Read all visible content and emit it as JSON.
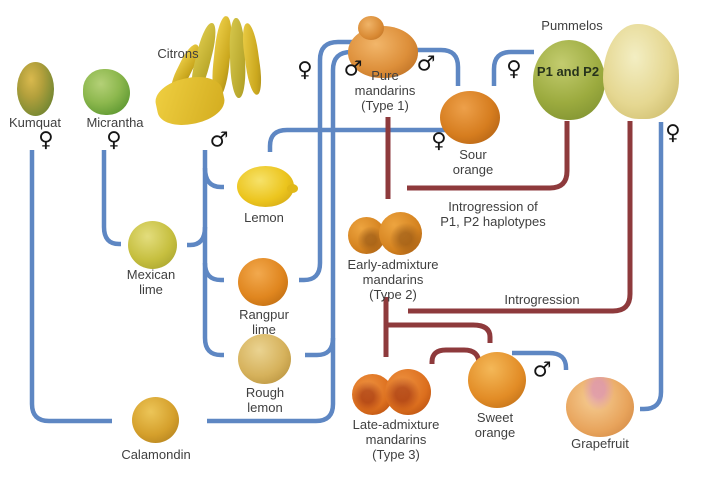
{
  "figure": {
    "kind": "citrus-genealogy-diagram"
  },
  "glyphs": {
    "female": "♀",
    "male": "♂"
  },
  "colors": {
    "lineage_arrow": "#5e87c3",
    "introgression_arrow": "#8e3a3c"
  },
  "nodes": {
    "kumquat": {
      "label": "Kumquat"
    },
    "micrantha": {
      "label": "Micrantha"
    },
    "citrons": {
      "label": "Citrons"
    },
    "pure_mandarins": {
      "line1": "Pure",
      "line2": "mandarins",
      "line3": "(Type 1)"
    },
    "sour_orange": {
      "line1": "Sour",
      "line2": "orange"
    },
    "pummelos": {
      "label": "Pummelos",
      "overlay": "P1 and P2"
    },
    "lemon": {
      "label": "Lemon"
    },
    "mexican_lime": {
      "line1": "Mexican",
      "line2": "lime"
    },
    "rangpur_lime": {
      "line1": "Rangpur",
      "line2": "lime"
    },
    "early_admixture_mandarins": {
      "line1": "Early-admixture",
      "line2": "mandarins",
      "line3": "(Type 2)"
    },
    "rough_lemon": {
      "line1": "Rough",
      "line2": "lemon"
    },
    "calamondin": {
      "label": "Calamondin"
    },
    "late_admixture_mandarins": {
      "line1": "Late-admixture",
      "line2": "mandarins",
      "line3": "(Type 3)"
    },
    "sweet_orange": {
      "line1": "Sweet",
      "line2": "orange"
    },
    "grapefruit": {
      "label": "Grapefruit"
    }
  },
  "annotations": {
    "introgression_p1_p2": {
      "line1": "Introgression of",
      "line2": "P1, P2 haplotypes"
    },
    "introgression": {
      "label": "Introgression"
    }
  }
}
